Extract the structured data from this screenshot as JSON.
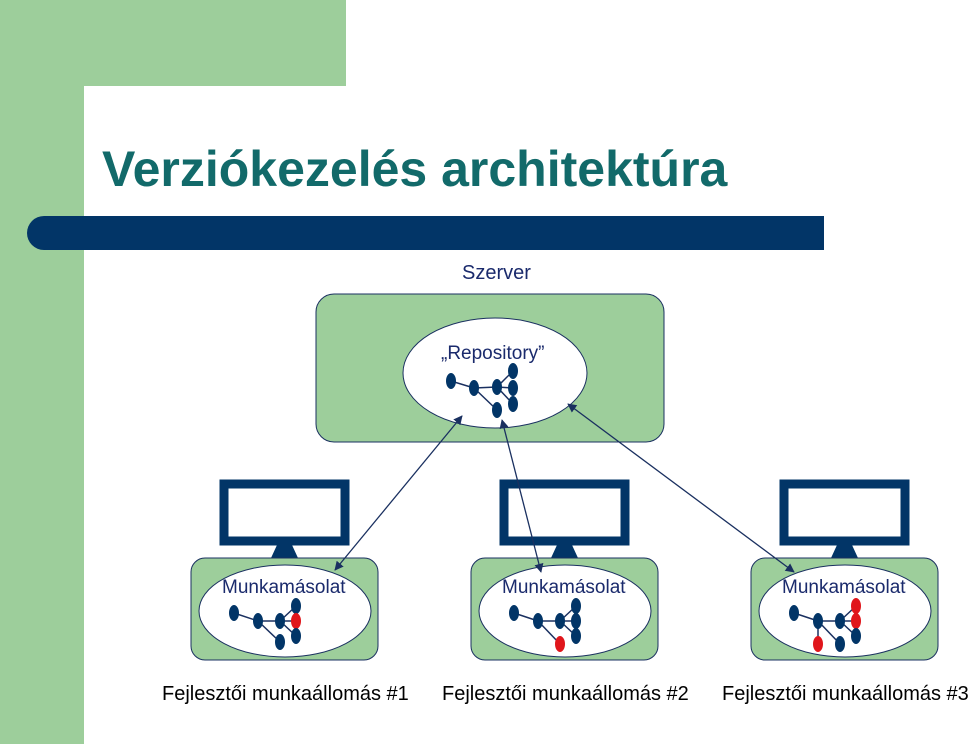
{
  "title": "Verziókezelés architektúra",
  "server_label": "Szerver",
  "repository_label": "„Repository”",
  "working_copy_label": "Munkamásolat",
  "workstations": [
    {
      "label": "Fejlesztői munkaállomás #1",
      "working_copy": "Munkamásolat"
    },
    {
      "label": "Fejlesztői munkaállomás #2",
      "working_copy": "Munkamásolat"
    },
    {
      "label": "Fejlesztői munkaállomás #3",
      "working_copy": "Munkamásolat"
    }
  ],
  "colors": {
    "green": "#9dce9b",
    "navy": "#023567",
    "title": "#126a6a",
    "red": "#e0161b",
    "arrow": "#1a3060"
  }
}
